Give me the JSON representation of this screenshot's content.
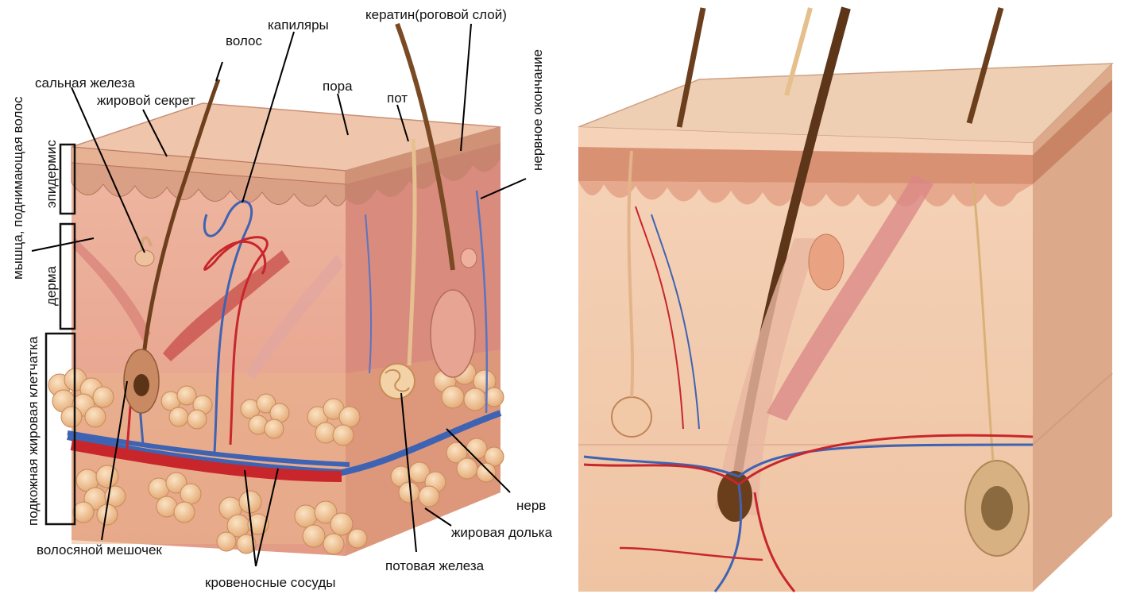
{
  "left_diagram": {
    "labels": {
      "hair": "волос",
      "capillaries": "капиляры",
      "keratin": "кератин(роговой слой)",
      "sebaceous_gland": "сальная железа",
      "fat_secretion": "жировой секрет",
      "pore": "пора",
      "sweat": "пот",
      "nerve_ending": "нервное окончание",
      "arrector_muscle": "мышца, поднимающая волос",
      "epidermis": "эпидермис",
      "dermis": "дерма",
      "subcutaneous_fat": "подкожная жировая клетчатка",
      "nerve": "нерв",
      "fat_lobule": "жировая долька",
      "hair_follicle": "волосяной мешочек",
      "sweat_gland": "потовая железа",
      "blood_vessels": "кровеносные сосуды"
    }
  },
  "colors": {
    "skin_surface": "#e8bfa3",
    "dermis": "#e6a893",
    "dermis_side": "#d4877a",
    "fat": "#f1c79a",
    "artery": "#c8262b",
    "vein": "#3f63b3",
    "hair": "#7a4a24",
    "right_skin": "#f2cdb0",
    "right_side": "#d9a487"
  }
}
